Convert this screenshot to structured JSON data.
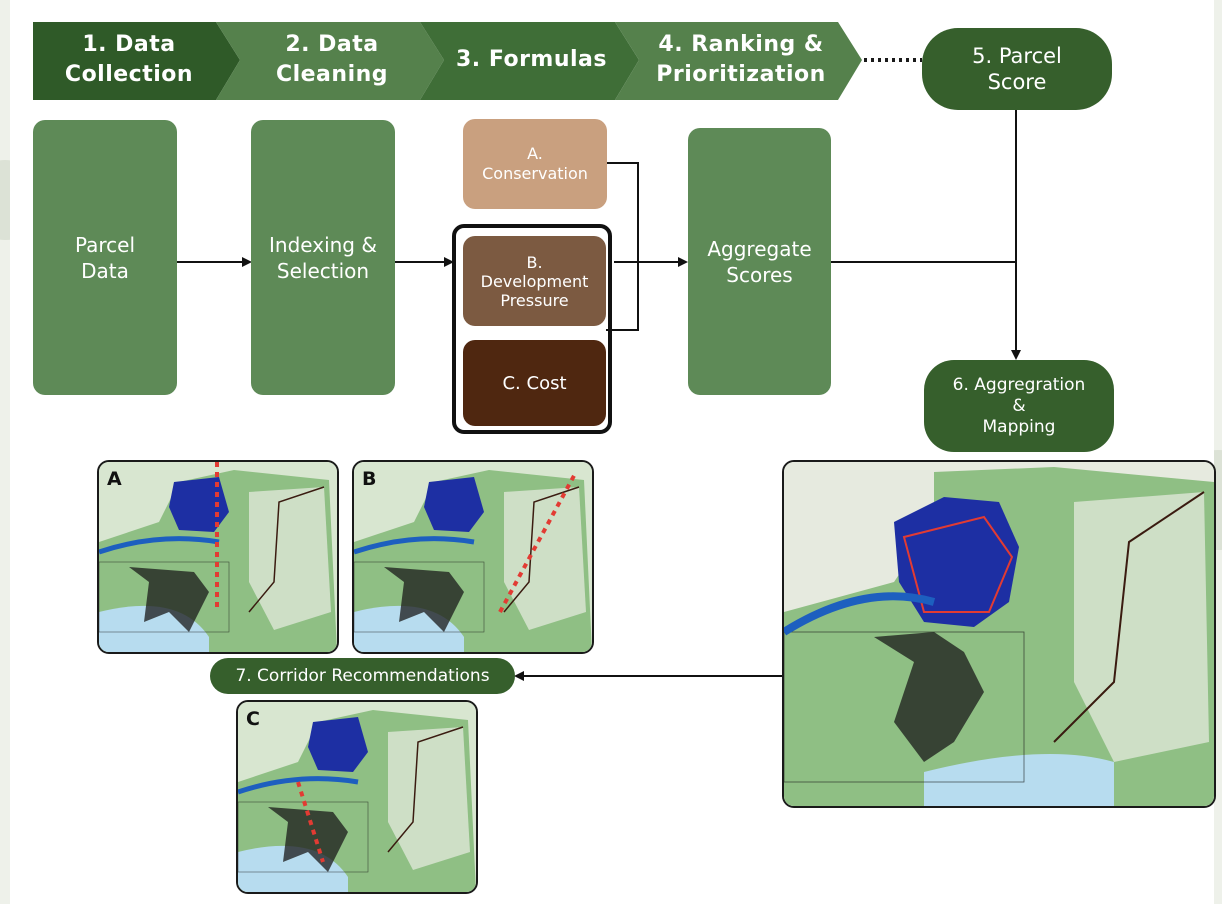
{
  "stages": [
    {
      "label": "1.  Data\nCollection"
    },
    {
      "label": "2. Data\nCleaning"
    },
    {
      "label": "3. Formulas"
    },
    {
      "label": "4. Ranking &\nPrioritization"
    }
  ],
  "parcel_score": "5. Parcel\nScore",
  "boxes": {
    "parcel_data": "Parcel\nData",
    "indexing": "Indexing &\nSelection",
    "aggregate": "Aggregate\nScores"
  },
  "formulas": {
    "conservation": "A.\nConservation",
    "development": "B.\nDevelopment\nPressure",
    "cost": "C. Cost"
  },
  "aggregation_mapping": "6. Aggregration\n&\nMapping",
  "corridor": "7. Corridor Recommendations",
  "maps": {
    "a": "A",
    "b": "B",
    "c": "C"
  },
  "colors": {
    "stage_dark": "#2f5a28",
    "stage_mid": "#3f6e37",
    "stage_light": "#55814c",
    "box_green": "#5e8a57",
    "pill_dark": "#365f2c",
    "conservation": "#c9a07f",
    "development": "#7c5a41",
    "cost": "#4f2710",
    "corridor_line": "#e23b33",
    "urban": "#1d2fa3"
  }
}
